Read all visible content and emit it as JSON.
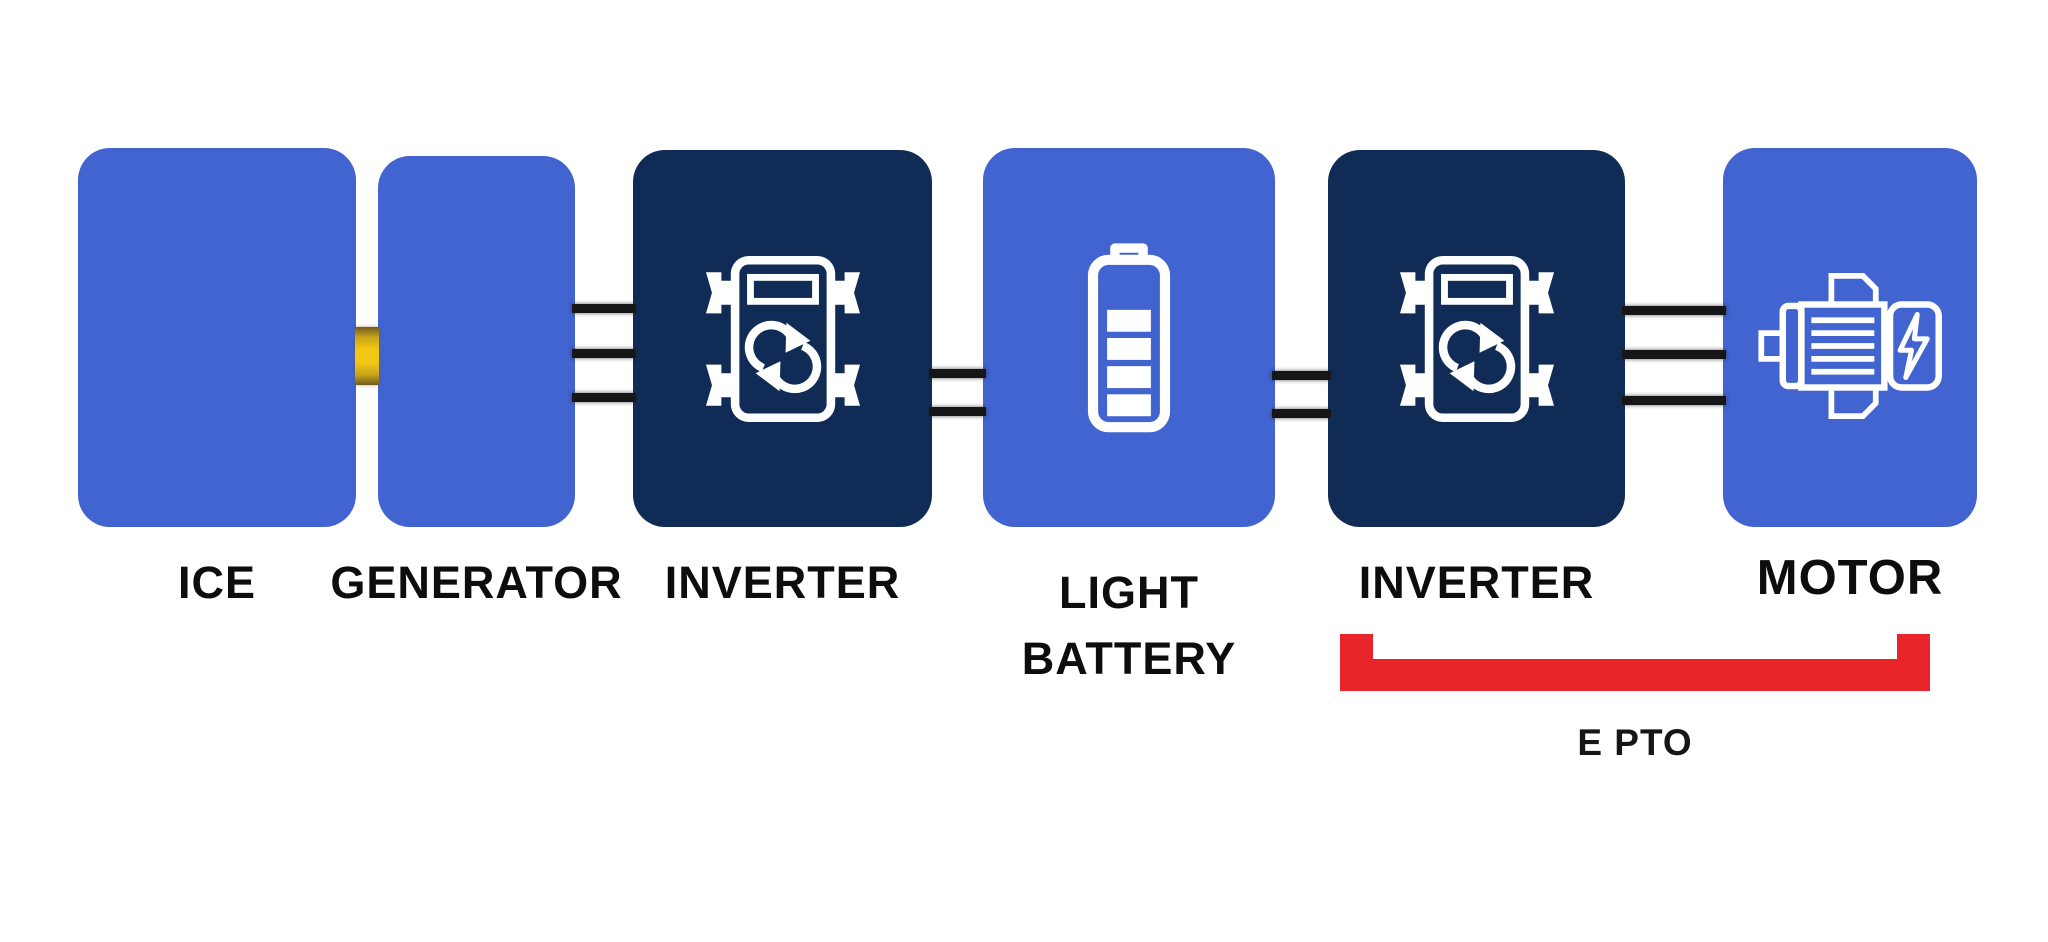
{
  "diagram": {
    "kind": "series-hybrid-powertrain-block-diagram",
    "background": "#ffffff"
  },
  "colors": {
    "block_blue": "#4164d0",
    "block_navy": "#102c56",
    "bus_line_black": "#161616",
    "coupling_yellow": "#f2c614",
    "bracket_red": "#e8262a",
    "label_text": "#0d0d0d",
    "icon_stroke": "#ffffff"
  },
  "blocks": [
    {
      "id": "ice",
      "label": "ICE",
      "fill": "blue",
      "icon": null
    },
    {
      "id": "generator",
      "label": "GENERATOR",
      "fill": "blue",
      "icon": null
    },
    {
      "id": "inverter_1",
      "label": "INVERTER",
      "fill": "navy",
      "icon": "inverter-icon"
    },
    {
      "id": "light_battery",
      "label_line1": "LIGHT",
      "label_line2": "BATTERY",
      "fill": "blue",
      "icon": "battery-icon"
    },
    {
      "id": "inverter_2",
      "label": "INVERTER",
      "fill": "navy",
      "icon": "inverter-icon"
    },
    {
      "id": "motor",
      "label": "MOTOR",
      "fill": "blue",
      "icon": "motor-icon"
    }
  ],
  "connections": [
    {
      "between": [
        "ice",
        "generator"
      ],
      "style": "yellow-shaft-coupling",
      "lines": 0
    },
    {
      "between": [
        "generator",
        "inverter_1"
      ],
      "style": "black-bus",
      "lines": 3
    },
    {
      "between": [
        "inverter_1",
        "light_battery"
      ],
      "style": "black-bus",
      "lines": 2
    },
    {
      "between": [
        "light_battery",
        "inverter_2"
      ],
      "style": "black-bus",
      "lines": 2
    },
    {
      "between": [
        "inverter_2",
        "motor"
      ],
      "style": "black-bus",
      "lines": 3
    }
  ],
  "epto_bracket": {
    "label": "E PTO",
    "color": "#e8262a",
    "spans": [
      "inverter_2",
      "motor"
    ]
  }
}
